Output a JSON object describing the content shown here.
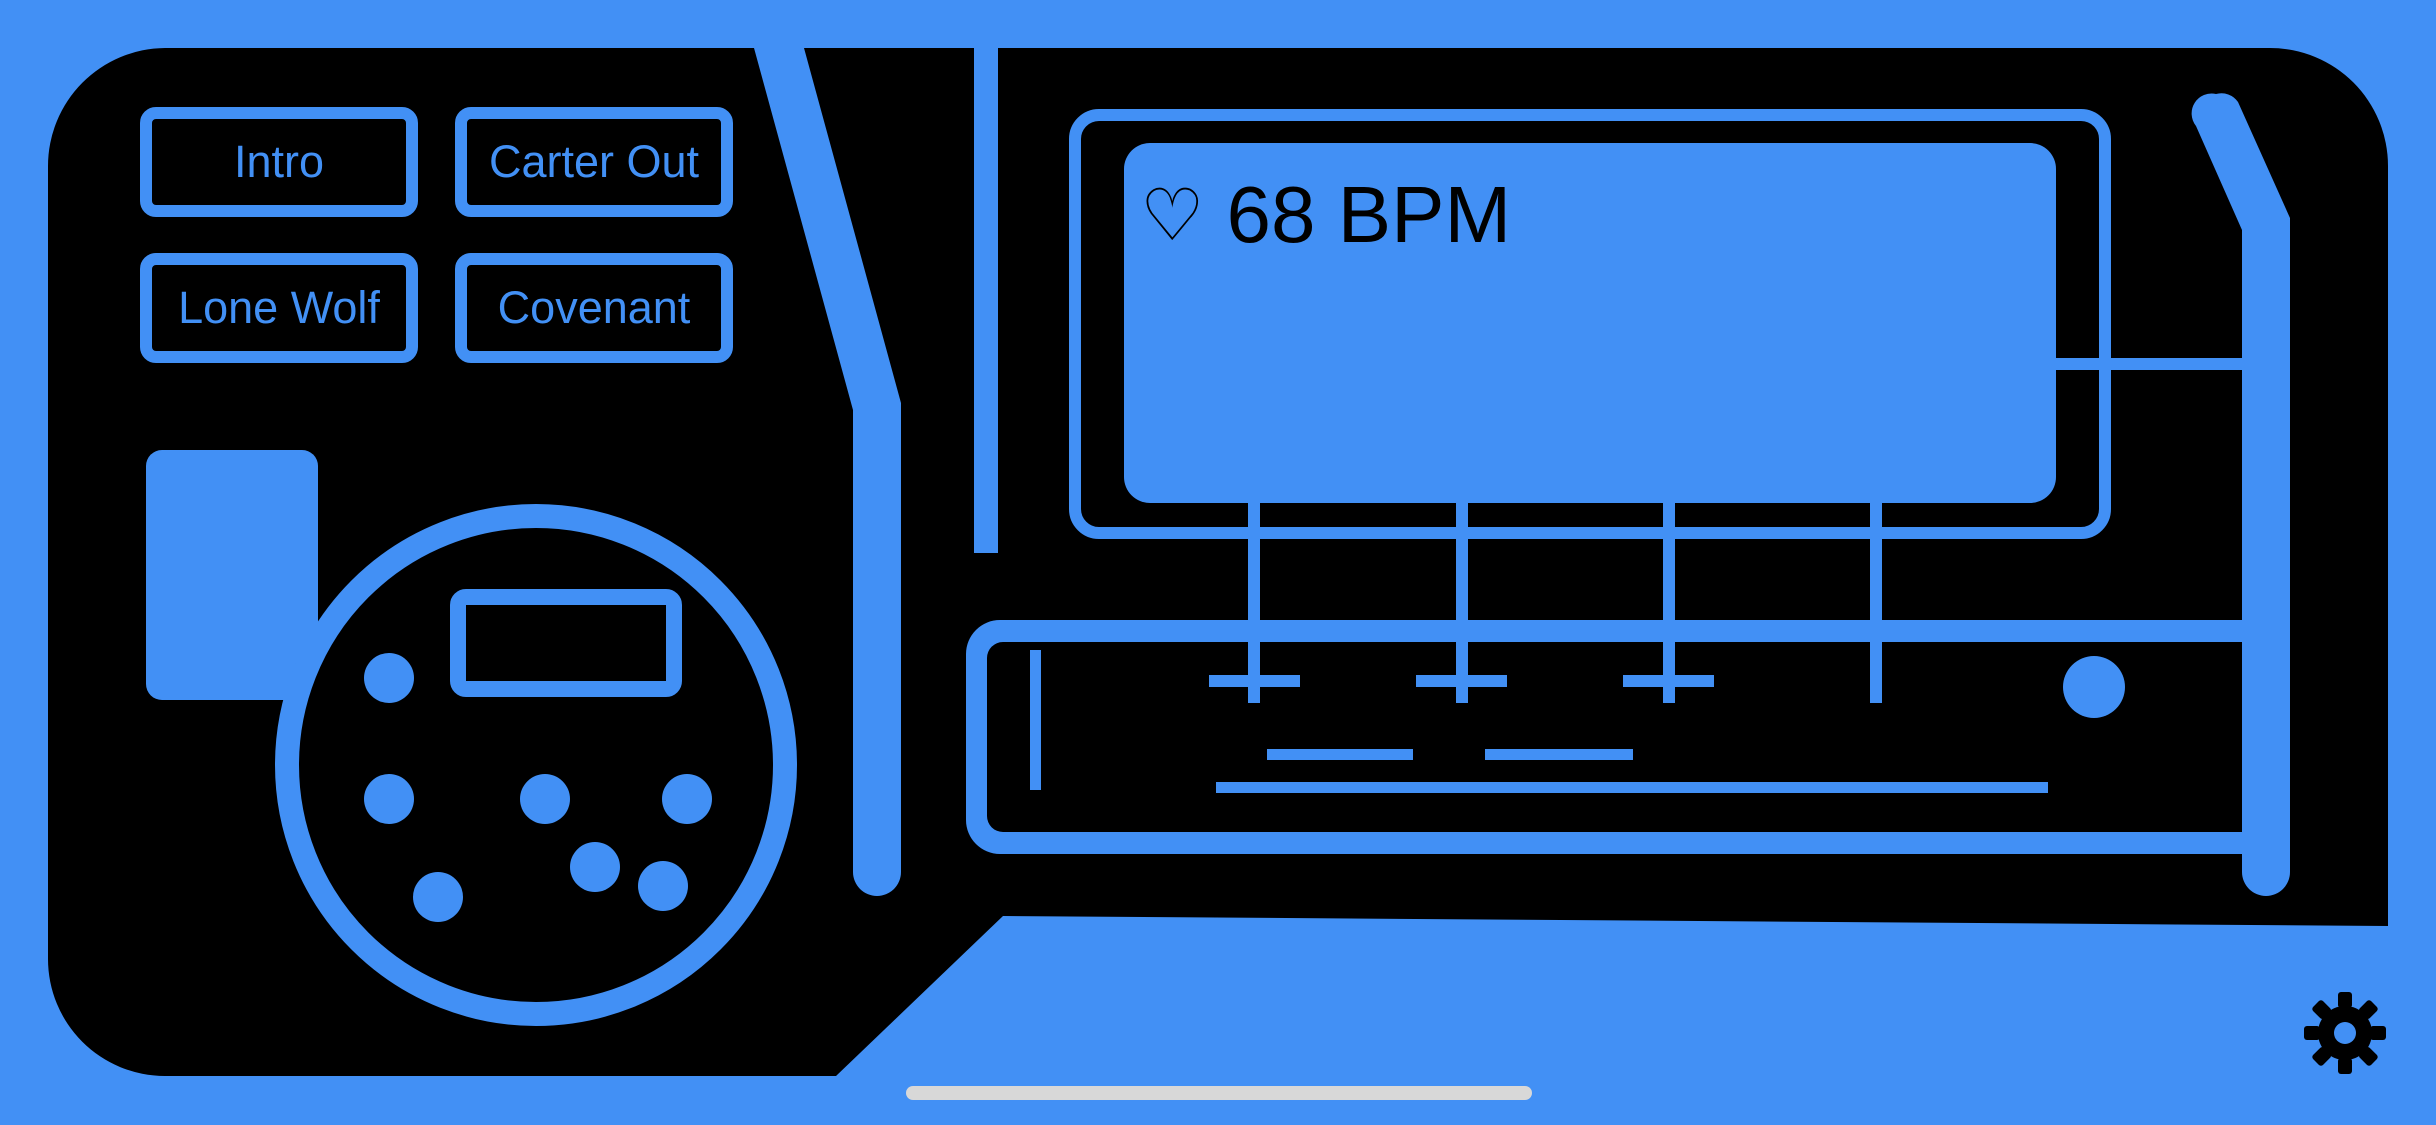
{
  "presets": [
    {
      "label": "Intro"
    },
    {
      "label": "Carter Out"
    },
    {
      "label": "Lone Wolf"
    },
    {
      "label": "Covenant"
    }
  ],
  "display": {
    "heart_icon": "heart-outline-icon",
    "bpm_value": "68",
    "bpm_unit": "BPM"
  },
  "settings": {
    "icon": "gear-icon"
  },
  "colors": {
    "background": "#4290F5",
    "panel": "#000000",
    "accent": "#4290F5",
    "home_indicator": "#D8D8D8"
  }
}
